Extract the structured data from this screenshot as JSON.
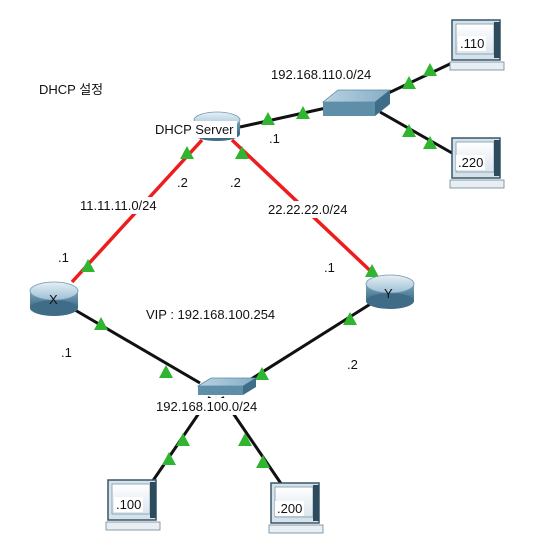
{
  "title": "DHCP 설정",
  "dhcp_server": {
    "label": "DHCP Server",
    "port_to_switch": ".1"
  },
  "router_x": {
    "label": "X",
    "port_to_wan1": ".1",
    "port_to_lan": ".1"
  },
  "router_y": {
    "label": "Y",
    "port_to_wan2": ".1",
    "port_to_lan": ".2"
  },
  "wan1": {
    "network": "11.11.11.0/24",
    "server_port": ".2"
  },
  "wan2": {
    "network": "22.22.22.0/24",
    "server_port": ".2"
  },
  "server_lan": {
    "network": "192.168.110.0/24"
  },
  "client_lan": {
    "network": "192.168.100.0/24",
    "vip": "VIP : 192.168.100.254"
  },
  "pcs": {
    "pc110": ".110",
    "pc220": ".220",
    "pc100": ".100",
    "pc200": ".200"
  },
  "colors": {
    "wan_link": "#ee1c1c",
    "lan_link": "#111111",
    "link_up": "#2fb52f",
    "device_body": "#8fb8d0",
    "device_dark": "#3e6f8a"
  },
  "icons": {
    "router": "router-icon",
    "switch": "switch-icon",
    "pc": "pc-icon"
  }
}
